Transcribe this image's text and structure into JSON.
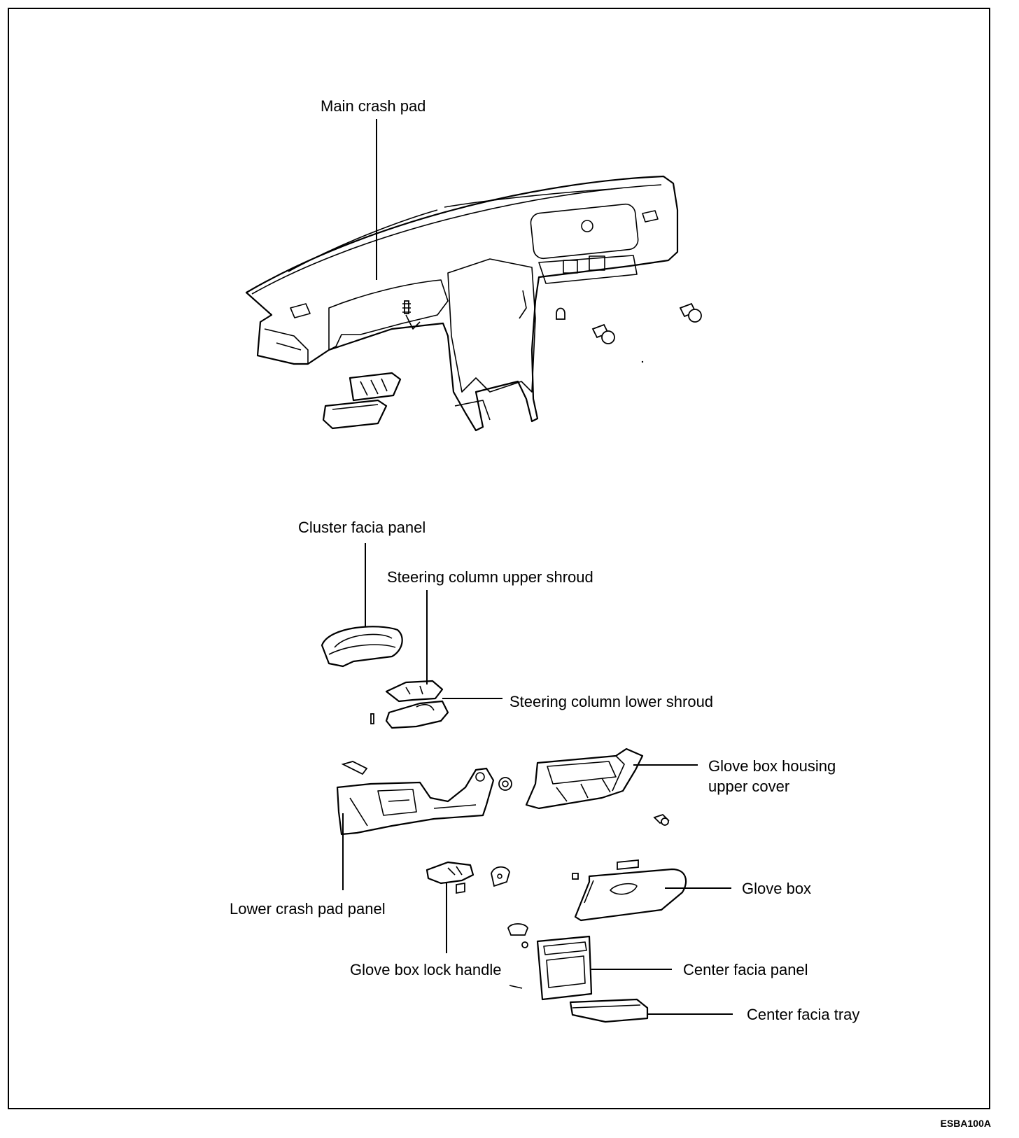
{
  "diagram": {
    "labels": {
      "main_crash_pad": "Main crash pad",
      "cluster_facia_panel": "Cluster facia panel",
      "steering_column_upper_shroud": "Steering column upper shroud",
      "steering_column_lower_shroud": "Steering column lower shroud",
      "glove_box_housing_upper_cover_line1": "Glove box housing",
      "glove_box_housing_upper_cover_line2": "upper cover",
      "glove_box": "Glove box",
      "lower_crash_pad_panel": "Lower crash pad panel",
      "glove_box_lock_handle": "Glove box lock handle",
      "center_facia_panel": "Center facia panel",
      "center_facia_tray": "Center facia tray"
    },
    "figure_code": "ESBA100A"
  }
}
